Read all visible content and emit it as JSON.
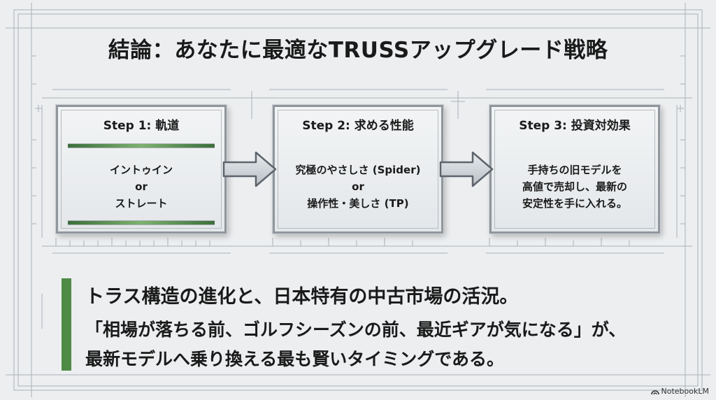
{
  "title": "結論：あなたに最適なTRUSSアップグレード戦略",
  "steps": [
    {
      "title": "Step 1: 軌道",
      "lines": [
        "イントゥイン",
        "or",
        "ストレート"
      ]
    },
    {
      "title": "Step 2: 求める性能",
      "lines": [
        "究極のやさしさ (Spider)",
        "or",
        "操作性・美しさ (TP)"
      ]
    },
    {
      "title": "Step 3: 投資対効果",
      "lines": [
        "手持ちの旧モデルを",
        "高値で売却し、最新の",
        "安定性を手に入れる。"
      ]
    }
  ],
  "conclusion": {
    "heading": "トラス構造の進化と、日本特有の中古市場の活況。",
    "line1": "「相場が落ちる前、ゴルフシーズンの前、最近ギアが気になる」が、",
    "line2": "最新モデルへ乗り換える最も賢いタイミングである。"
  },
  "brand": "NotebookLM",
  "colors": {
    "accent_green": "#4e8b45",
    "frame": "#8f969c"
  }
}
